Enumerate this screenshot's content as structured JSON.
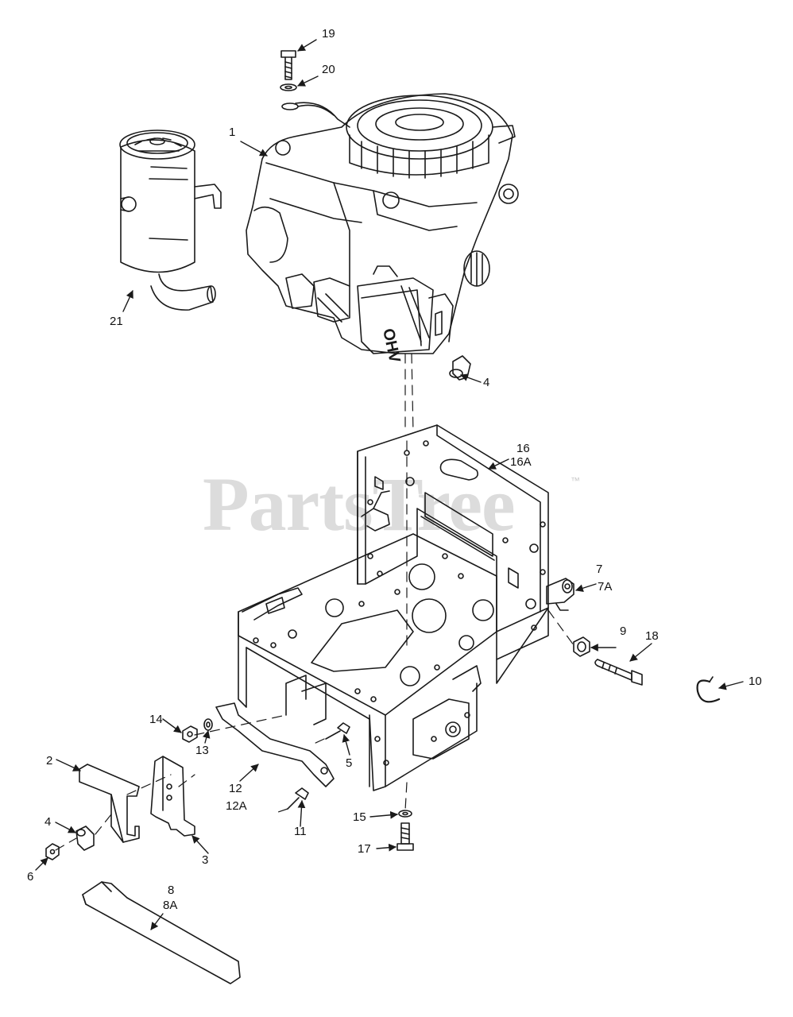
{
  "watermark": {
    "text": "PartsTree",
    "trademark": "™"
  },
  "engine_label": "OHV",
  "callouts": {
    "c1": "1",
    "c2": "2",
    "c3": "3",
    "c4a": "4",
    "c4b": "4",
    "c5": "5",
    "c6": "6",
    "c7": "7",
    "c7a": "7A",
    "c8": "8",
    "c8a": "8A",
    "c9": "9",
    "c10": "10",
    "c11": "11",
    "c12": "12",
    "c12a": "12A",
    "c13": "13",
    "c14": "14",
    "c15": "15",
    "c16": "16",
    "c16a": "16A",
    "c17": "17",
    "c18": "18",
    "c19": "19",
    "c20": "20",
    "c21": "21"
  },
  "colors": {
    "line": "#1a1a1a",
    "watermark": "#dcdcdc",
    "background": "#ffffff"
  }
}
